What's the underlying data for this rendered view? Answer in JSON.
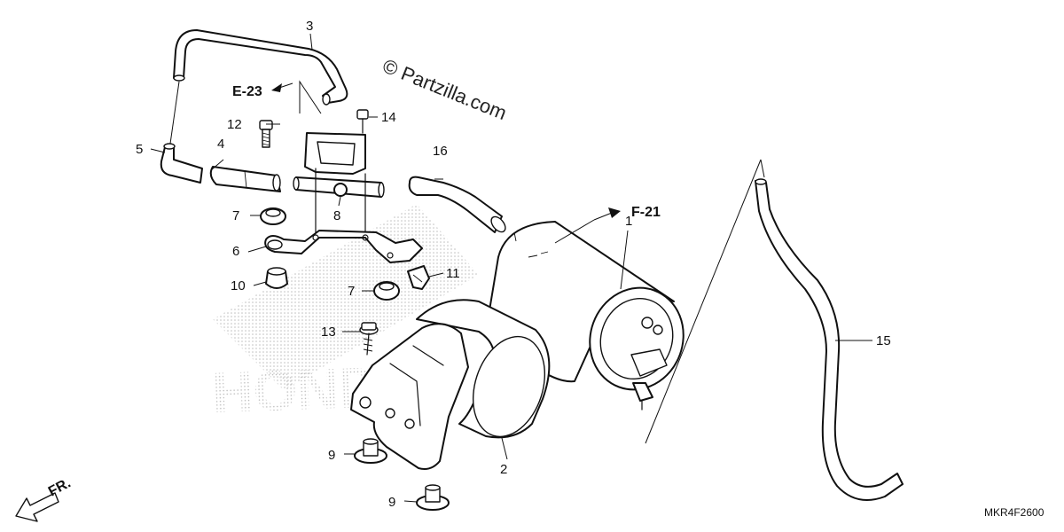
{
  "watermark": "© Partzilla.com",
  "diagram_code": "MKR4F2600",
  "front_label": "FR.",
  "refs": {
    "e23": "E-23",
    "f21": "F-21"
  },
  "callouts": {
    "c1": "1",
    "c2": "2",
    "c3": "3",
    "c4": "4",
    "c5": "5",
    "c6": "6",
    "c7a": "7",
    "c7b": "7",
    "c8": "8",
    "c9a": "9",
    "c9b": "9",
    "c10": "10",
    "c11": "11",
    "c12": "12",
    "c13": "13",
    "c14": "14",
    "c15": "15",
    "c16": "16"
  },
  "logo_text": "HONDA"
}
